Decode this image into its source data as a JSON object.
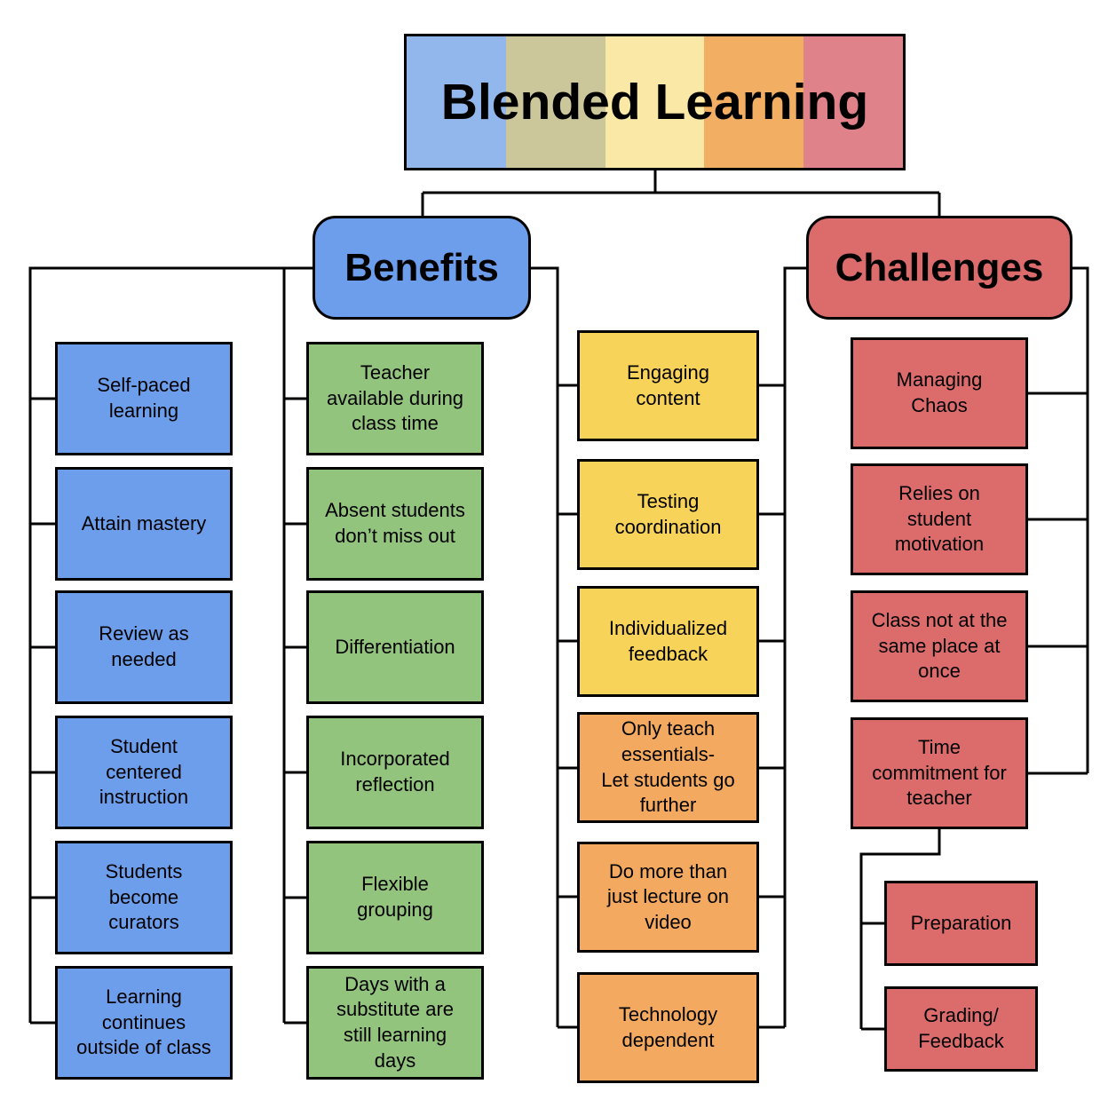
{
  "title": {
    "text": "Blended Learning",
    "stripe_colors": [
      "#92B7ED",
      "#CCC79A",
      "#FAE8A6",
      "#F2AE62",
      "#DF8289"
    ]
  },
  "branches": [
    {
      "label": "Benefits",
      "color": "#6D9EEB"
    },
    {
      "label": "Challenges",
      "color": "#DC6C6C"
    }
  ],
  "columns": [
    {
      "name": "benefits-blue-column",
      "color": "#6D9EEB",
      "items": [
        "Self-paced\nlearning",
        "Attain mastery",
        "Review as\nneeded",
        "Student\ncentered\ninstruction",
        "Students\nbecome\ncurators",
        "Learning\ncontinues\noutside of class"
      ]
    },
    {
      "name": "benefits-green-column",
      "color": "#93C47D",
      "items": [
        "Teacher\navailable during\nclass time",
        "Absent students\ndon’t miss out",
        "Differentiation",
        "Incorporated\nreflection",
        "Flexible\ngrouping",
        "Days with a\nsubstitute are\nstill learning\ndays"
      ]
    },
    {
      "name": "middle-shared-column",
      "items": [
        {
          "text": "Engaging\ncontent",
          "color": "#F8D35A"
        },
        {
          "text": "Testing\ncoordination",
          "color": "#F8D35A"
        },
        {
          "text": "Individualized\nfeedback",
          "color": "#F8D35A"
        },
        {
          "text": "Only teach\nessentials-\nLet students go\nfurther",
          "color": "#F3AA60"
        },
        {
          "text": "Do more than\njust lecture on\nvideo",
          "color": "#F3AA60"
        },
        {
          "text": "Technology\ndependent",
          "color": "#F3AA60"
        }
      ]
    },
    {
      "name": "challenges-red-column",
      "color": "#DC6C6C",
      "items": [
        "Managing\nChaos",
        "Relies on\nstudent\nmotivation",
        "Class not at the\nsame place at\nonce",
        "Time\ncommitment for\nteacher"
      ],
      "sub_items": [
        "Preparation",
        "Grading/\nFeedback"
      ]
    }
  ]
}
